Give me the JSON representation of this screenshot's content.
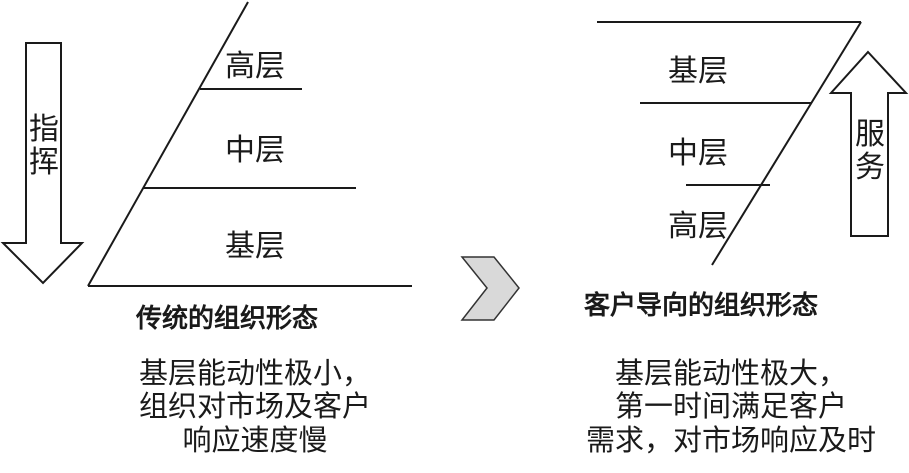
{
  "left": {
    "arrow_label": "指挥",
    "layers": [
      "高层",
      "中层",
      "基层"
    ],
    "caption": "传统的组织形态",
    "description": [
      "基层能动性极小，",
      "组织对市场及客户",
      "响应速度慢"
    ]
  },
  "right": {
    "arrow_label": "服务",
    "layers": [
      "基层",
      "中层",
      "高层"
    ],
    "caption": "客户导向的组织形态",
    "description": [
      "基层能动性极大，",
      "第一时间满足客户",
      "需求，对市场响应及时"
    ]
  },
  "colors": {
    "line": "#1a1a1a",
    "chevron_fill": "#d9d9d9",
    "chevron_stroke": "#333333"
  }
}
